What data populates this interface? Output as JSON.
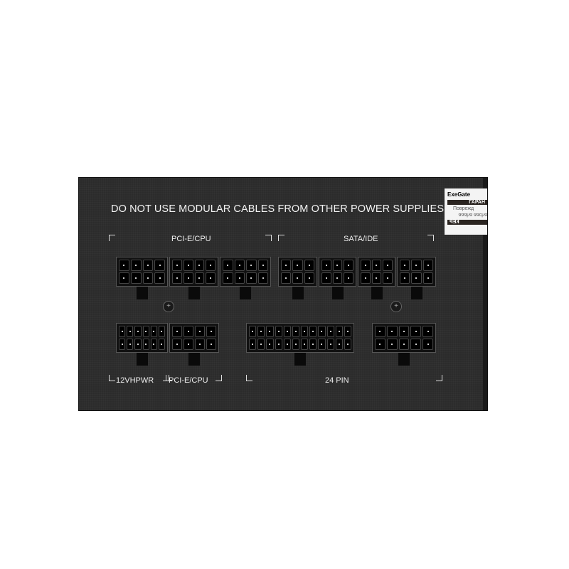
{
  "panel": {
    "warning": "DO NOT USE MODULAR CABLES FROM OTHER POWER SUPPLIES",
    "labels": {
      "pcie_cpu_top": "PCI-E/CPU",
      "sata_ide": "SATA/IDE",
      "vhpwr": "12VHPWR",
      "pcie_cpu_bottom": "PCI-E/CPU",
      "pin24": "24 PIN"
    }
  },
  "sticker": {
    "brand": "ExeGate",
    "bar1": "ГАРАН",
    "line1": "Поврежд",
    "line2": "ɐɥɔɐɐ ɐɥɐɐɐ",
    "bar2": "КЕР"
  }
}
